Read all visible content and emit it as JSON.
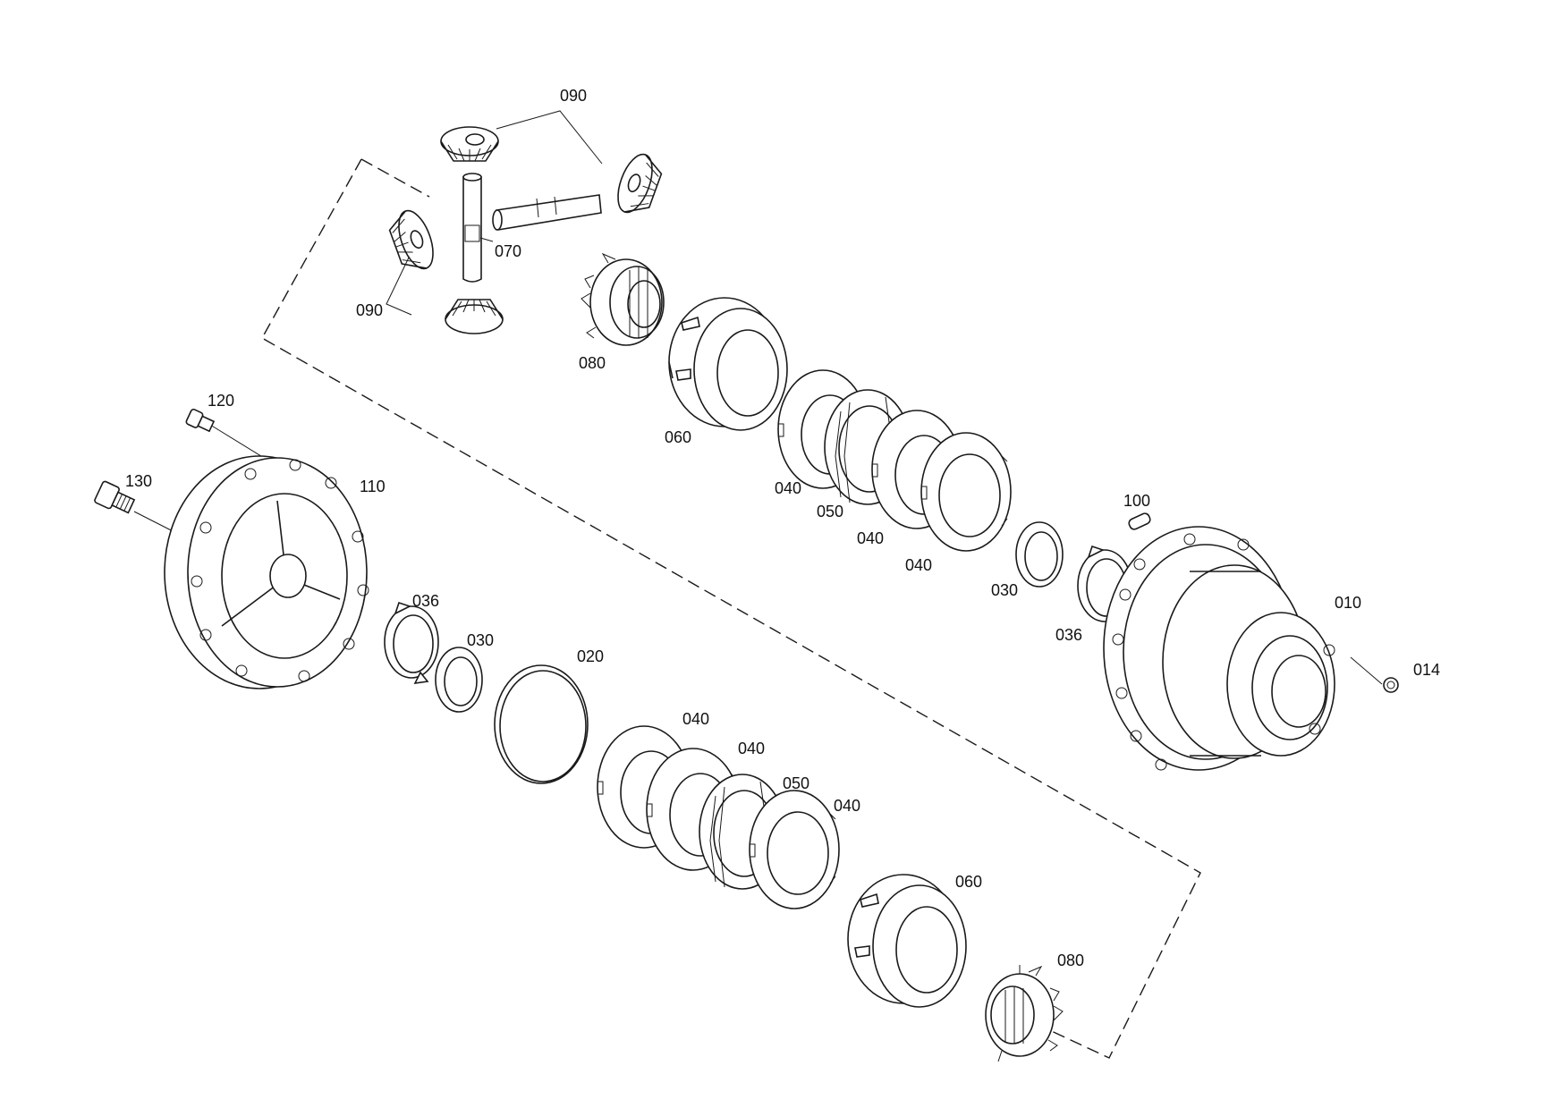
{
  "labels": {
    "p090a": "090",
    "p090b": "090",
    "p070": "070",
    "p080a": "080",
    "p060a": "060",
    "p040a": "040",
    "p050a": "050",
    "p040b": "040",
    "p040c": "040",
    "p030a": "030",
    "p100": "100",
    "p036a": "036",
    "p010": "010",
    "p014": "014",
    "p120": "120",
    "p130": "130",
    "p110": "110",
    "p036b": "036",
    "p030b": "030",
    "p020": "020",
    "p040d": "040",
    "p040e": "040",
    "p050b": "050",
    "p040f": "040",
    "p060b": "060",
    "p080b": "080"
  },
  "icons": {
    "bevel-gear": "bevel-gear-icon",
    "cross-shaft": "cross-shaft-icon",
    "pressure-ring": "pressure-ring-icon",
    "friction-disc": "friction-disc-icon",
    "thrust-washer": "thrust-washer-icon",
    "snap-ring": "snap-ring-icon",
    "housing": "differential-housing-icon",
    "cover": "housing-cover-icon",
    "bolt": "bolt-icon"
  }
}
